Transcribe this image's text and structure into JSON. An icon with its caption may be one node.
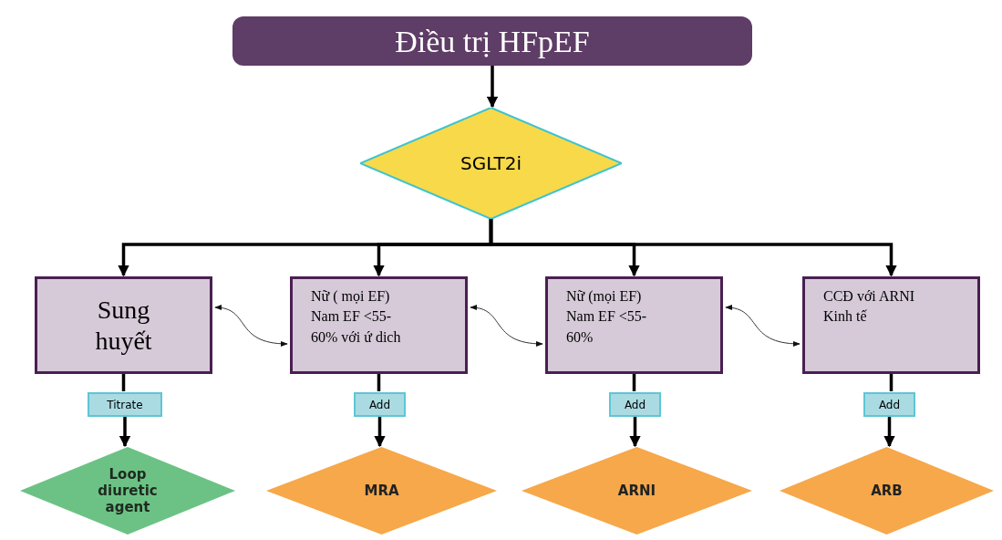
{
  "diagram": {
    "nodes": [
      {
        "text": [
          "Điều trị HFpEF"
        ]
      },
      {
        "text": [
          "SGLT2i"
        ]
      },
      {
        "text": [
          "Sung huyết"
        ]
      },
      {
        "text": [
          "Nữ ( mọi EF) Nam EF <55-60% với ứ dich"
        ]
      },
      {
        "text": [
          "Nữ (mọi EF) Nam EF <55-60%"
        ]
      },
      {
        "text": [
          "CCĐ với ARNI Kinh tế"
        ]
      },
      {
        "text": [
          "Titrate"
        ]
      },
      {
        "text": [
          "Add"
        ]
      },
      {
        "text": [
          "Add"
        ]
      },
      {
        "text": [
          "Add"
        ]
      },
      {
        "text": [
          "Loop diuretic agent"
        ]
      },
      {
        "text": [
          "MRA"
        ]
      },
      {
        "text": [
          "ARNI"
        ]
      },
      {
        "text": [
          "ARB"
        ]
      }
    ],
    "edges": [
      {
        "from": 0,
        "to": 1,
        "arrow": "to"
      },
      {
        "from": 1,
        "to": 2,
        "arrow": "to"
      },
      {
        "from": 1,
        "to": 3,
        "arrow": "to"
      },
      {
        "from": 1,
        "to": 4,
        "arrow": "to"
      },
      {
        "from": 1,
        "to": 5,
        "arrow": "to"
      },
      {
        "from": 2,
        "to": 3,
        "arrow": "both"
      },
      {
        "from": 3,
        "to": 4,
        "arrow": "both"
      },
      {
        "from": 4,
        "to": 5,
        "arrow": "both"
      },
      {
        "from": 2,
        "to": 6,
        "arrow": "none"
      },
      {
        "from": 6,
        "to": 10,
        "arrow": "to"
      },
      {
        "from": 3,
        "to": 7,
        "arrow": "none"
      },
      {
        "from": 7,
        "to": 11,
        "arrow": "to"
      },
      {
        "from": 4,
        "to": 8,
        "arrow": "none"
      },
      {
        "from": 8,
        "to": 12,
        "arrow": "to"
      },
      {
        "from": 5,
        "to": 9,
        "arrow": "none"
      },
      {
        "from": 9,
        "to": 13,
        "arrow": "to"
      }
    ]
  }
}
